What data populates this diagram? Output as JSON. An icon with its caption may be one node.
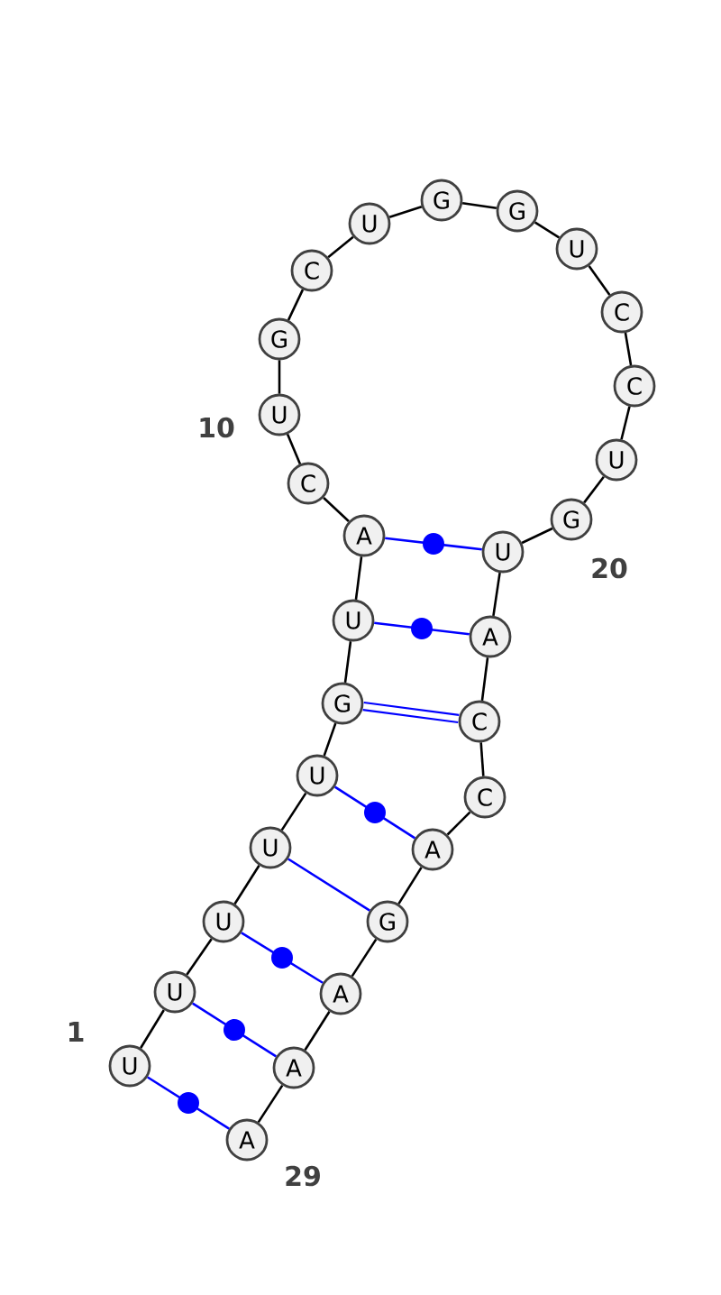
{
  "diagram": {
    "nodes": [
      {
        "text": [
          "U"
        ]
      },
      {
        "text": [
          "U"
        ]
      },
      {
        "text": [
          "U"
        ]
      },
      {
        "text": [
          "U"
        ]
      },
      {
        "text": [
          "U"
        ]
      },
      {
        "text": [
          "G"
        ]
      },
      {
        "text": [
          "U"
        ]
      },
      {
        "text": [
          "A"
        ]
      },
      {
        "text": [
          "C"
        ]
      },
      {
        "text": [
          "U"
        ]
      },
      {
        "text": [
          "G"
        ]
      },
      {
        "text": [
          "C"
        ]
      },
      {
        "text": [
          "U"
        ]
      },
      {
        "text": [
          "G"
        ]
      },
      {
        "text": [
          "G"
        ]
      },
      {
        "text": [
          "U"
        ]
      },
      {
        "text": [
          "C"
        ]
      },
      {
        "text": [
          "C"
        ]
      },
      {
        "text": [
          "U"
        ]
      },
      {
        "text": [
          "G"
        ]
      },
      {
        "text": [
          "U"
        ]
      },
      {
        "text": [
          "A"
        ]
      },
      {
        "text": [
          "C"
        ]
      },
      {
        "text": [
          "C"
        ]
      },
      {
        "text": [
          "A"
        ]
      },
      {
        "text": [
          "G"
        ]
      },
      {
        "text": [
          "A"
        ]
      },
      {
        "text": [
          "A"
        ]
      },
      {
        "text": [
          "A"
        ]
      }
    ],
    "edges": [
      {
        "from": 0,
        "to": 1,
        "arrow": "none"
      },
      {
        "from": 1,
        "to": 2,
        "arrow": "none"
      },
      {
        "from": 2,
        "to": 3,
        "arrow": "none"
      },
      {
        "from": 3,
        "to": 4,
        "arrow": "none"
      },
      {
        "from": 4,
        "to": 5,
        "arrow": "none"
      },
      {
        "from": 5,
        "to": 6,
        "arrow": "none"
      },
      {
        "from": 6,
        "to": 7,
        "arrow": "none"
      },
      {
        "from": 7,
        "to": 8,
        "arrow": "none"
      },
      {
        "from": 8,
        "to": 9,
        "arrow": "none"
      },
      {
        "from": 9,
        "to": 10,
        "arrow": "none"
      },
      {
        "from": 10,
        "to": 11,
        "arrow": "none"
      },
      {
        "from": 11,
        "to": 12,
        "arrow": "none"
      },
      {
        "from": 12,
        "to": 13,
        "arrow": "none"
      },
      {
        "from": 13,
        "to": 14,
        "arrow": "none"
      },
      {
        "from": 14,
        "to": 15,
        "arrow": "none"
      },
      {
        "from": 15,
        "to": 16,
        "arrow": "none"
      },
      {
        "from": 16,
        "to": 17,
        "arrow": "none"
      },
      {
        "from": 17,
        "to": 18,
        "arrow": "none"
      },
      {
        "from": 18,
        "to": 19,
        "arrow": "none"
      },
      {
        "from": 19,
        "to": 20,
        "arrow": "none"
      },
      {
        "from": 20,
        "to": 21,
        "arrow": "none"
      },
      {
        "from": 21,
        "to": 22,
        "arrow": "none"
      },
      {
        "from": 22,
        "to": 23,
        "arrow": "none"
      },
      {
        "from": 23,
        "to": 24,
        "arrow": "none"
      },
      {
        "from": 24,
        "to": 25,
        "arrow": "none"
      },
      {
        "from": 25,
        "to": 26,
        "arrow": "none"
      },
      {
        "from": 26,
        "to": 27,
        "arrow": "none"
      },
      {
        "from": 27,
        "to": 28,
        "arrow": "none"
      },
      {
        "from": 0,
        "to": 28,
        "arrow": "none",
        "color": "#0000ff"
      },
      {
        "from": 1,
        "to": 27,
        "arrow": "none",
        "color": "#0000ff"
      },
      {
        "from": 2,
        "to": 26,
        "arrow": "none",
        "color": "#0000ff"
      },
      {
        "from": 3,
        "to": 25,
        "arrow": "none",
        "color": "#0000ff"
      },
      {
        "from": 4,
        "to": 24,
        "arrow": "none",
        "color": "#0000ff"
      },
      {
        "from": 5,
        "to": 22,
        "arrow": "none",
        "style": "thick",
        "color": "#0000ff"
      },
      {
        "from": 6,
        "to": 21,
        "arrow": "none",
        "color": "#0000ff"
      },
      {
        "from": 7,
        "to": 20,
        "arrow": "none",
        "color": "#0000ff"
      }
    ],
    "labels": [
      "10",
      "20",
      "1",
      "29"
    ]
  }
}
